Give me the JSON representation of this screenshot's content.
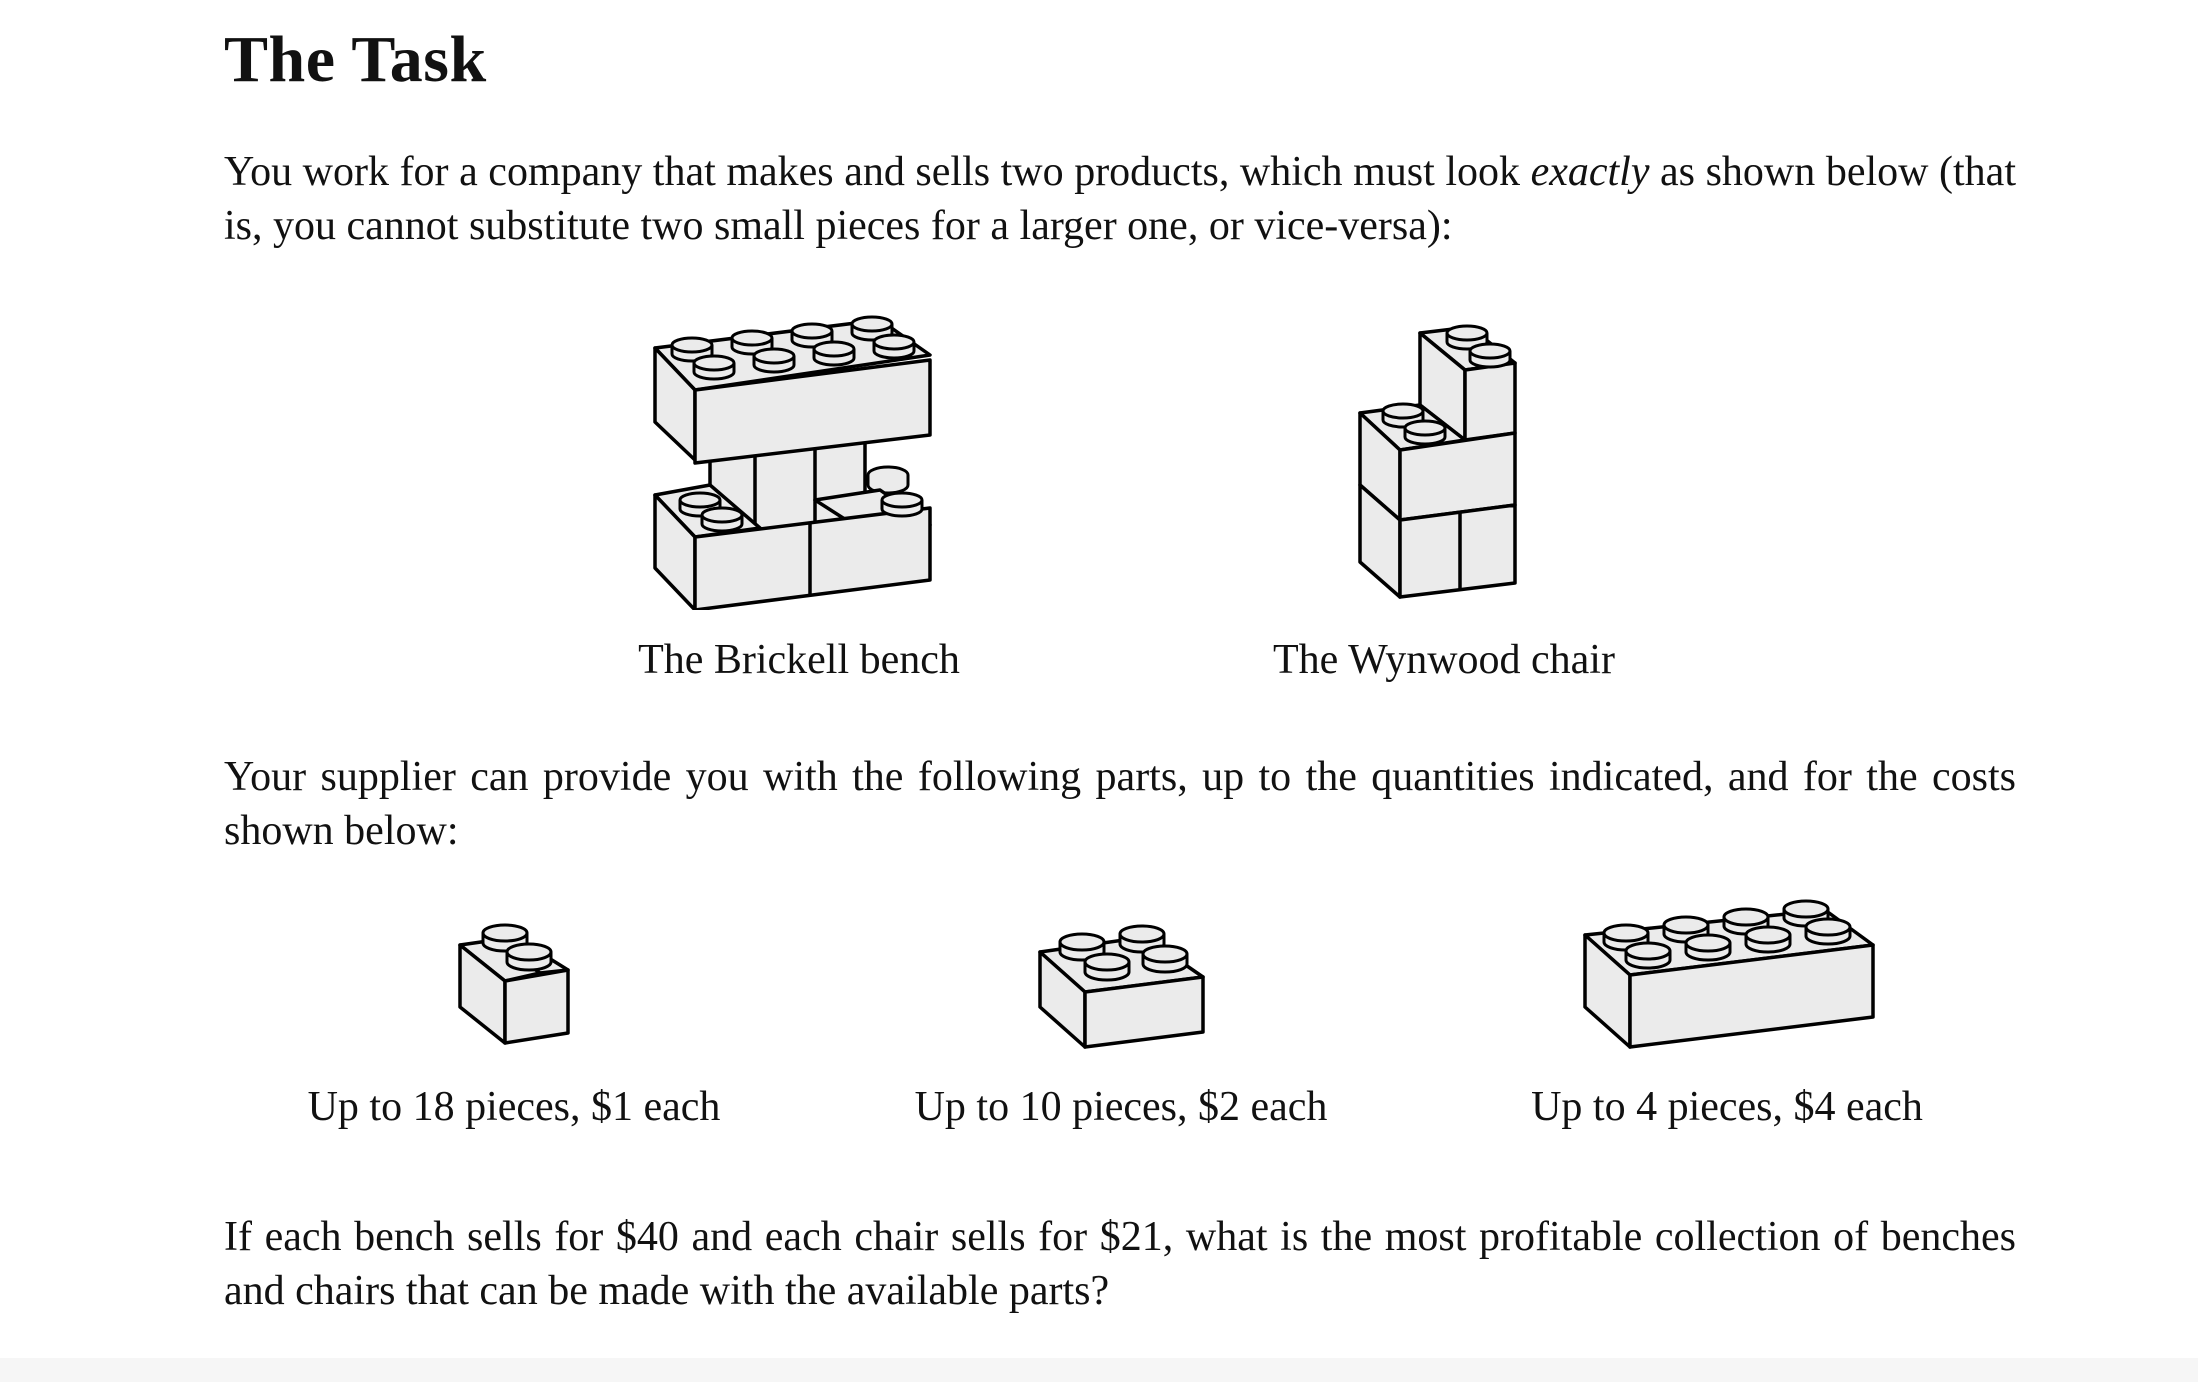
{
  "title": "The Task",
  "intro": {
    "before_em": "You work for a company that makes and sells two products, which must look ",
    "em": "exactly",
    "after_em": " as shown below (that is, you cannot substitute two small pieces for a larger one, or vice-versa):"
  },
  "products": [
    {
      "name": "The Brickell bench",
      "icon": "bench-brick-assembly-icon"
    },
    {
      "name": "The Wynwood chair",
      "icon": "chair-brick-assembly-icon"
    }
  ],
  "supplier_intro": "Your supplier can provide you with the following parts, up to the quantities indicated, and for the costs shown below:",
  "parts": [
    {
      "label": "Up to 18 pieces, $1 each",
      "icon": "brick-1x2-icon",
      "max_qty": 18,
      "cost": 1
    },
    {
      "label": "Up to 10 pieces, $2 each",
      "icon": "brick-2x2-icon",
      "max_qty": 10,
      "cost": 2
    },
    {
      "label": "Up to 4 pieces, $4 each",
      "icon": "brick-2x4-icon",
      "max_qty": 4,
      "cost": 4
    }
  ],
  "question": "If each bench sells for $40 and each chair sells for $21, what is the most profitable collection of benches and chairs that can be made with the available parts?",
  "colors": {
    "brick_fill": "#ebebeb",
    "outline": "#000000",
    "text": "#111111",
    "background": "#ffffff"
  }
}
